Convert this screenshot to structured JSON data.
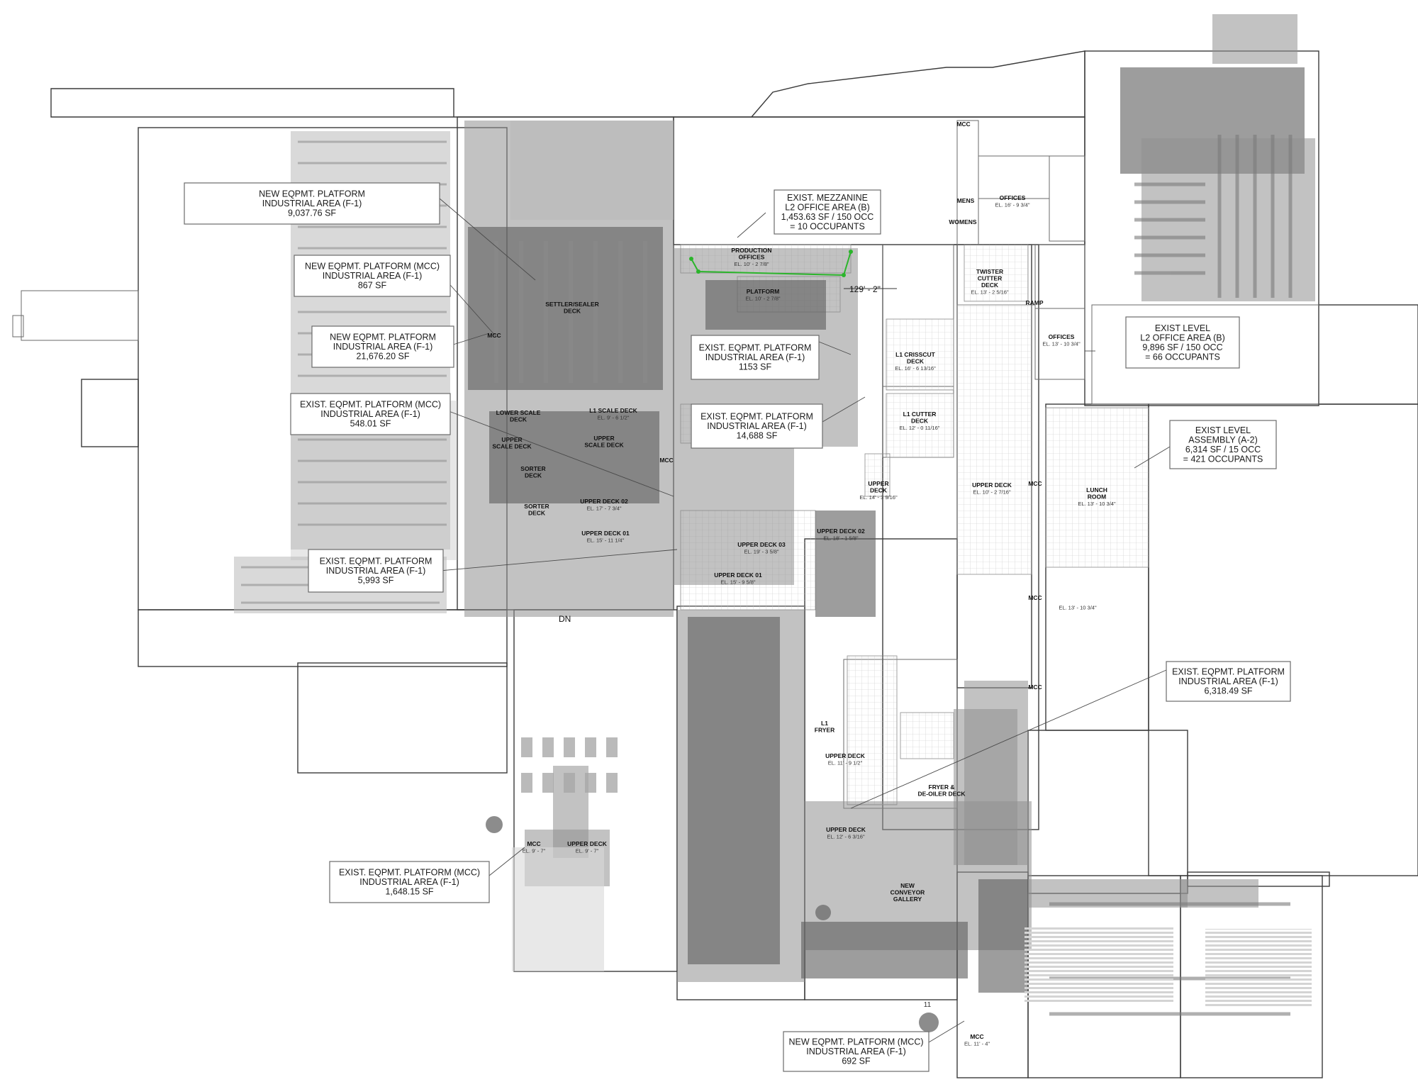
{
  "callouts": [
    {
      "lines": [
        "NEW EQPMT. PLATFORM",
        "INDUSTRIAL AREA (F-1)",
        "9,037.76 SF"
      ]
    },
    {
      "lines": [
        "NEW EQPMT. PLATFORM (MCC)",
        "INDUSTRIAL AREA (F-1)",
        "867 SF"
      ]
    },
    {
      "lines": [
        "NEW EQPMT. PLATFORM",
        "INDUSTRIAL AREA (F-1)",
        "21,676.20 SF"
      ]
    },
    {
      "lines": [
        "EXIST. EQPMT. PLATFORM (MCC)",
        "INDUSTRIAL AREA (F-1)",
        "548.01 SF"
      ]
    },
    {
      "lines": [
        "EXIST. EQPMT. PLATFORM",
        "INDUSTRIAL AREA (F-1)",
        "5,993 SF"
      ]
    },
    {
      "lines": [
        "EXIST. EQPMT. PLATFORM (MCC)",
        "INDUSTRIAL AREA (F-1)",
        "1,648.15 SF"
      ]
    },
    {
      "lines": [
        "EXIST. MEZZANINE",
        "L2 OFFICE AREA (B)",
        "1,453.63 SF / 150 OCC",
        "= 10 OCCUPANTS"
      ]
    },
    {
      "lines": [
        "EXIST. EQPMT. PLATFORM",
        "INDUSTRIAL AREA (F-1)",
        "1153 SF"
      ]
    },
    {
      "lines": [
        "EXIST. EQPMT. PLATFORM",
        "INDUSTRIAL AREA (F-1)",
        "14,688 SF"
      ]
    },
    {
      "lines": [
        "EXIST LEVEL",
        "L2 OFFICE AREA (B)",
        "9,896 SF / 150 OCC",
        "= 66 OCCUPANTS"
      ]
    },
    {
      "lines": [
        "EXIST LEVEL",
        "ASSEMBLY (A-2)",
        "6,314 SF / 15 OCC",
        "= 421 OCCUPANTS"
      ]
    },
    {
      "lines": [
        "EXIST. EQPMT. PLATFORM",
        "INDUSTRIAL AREA (F-1)",
        "6,318.49 SF"
      ]
    },
    {
      "lines": [
        "NEW EQPMT. PLATFORM (MCC)",
        "INDUSTRIAL AREA (F-1)",
        "692 SF"
      ]
    }
  ],
  "room_labels": [
    {
      "lines": [
        "SETTLER/SEALER",
        "DECK"
      ]
    },
    {
      "lines": [
        "MCC"
      ]
    },
    {
      "lines": [
        "LOWER SCALE",
        "DECK"
      ]
    },
    {
      "lines": [
        "L1 SCALE DECK"
      ],
      "elev": "EL. 9' - 6 1/2\""
    },
    {
      "lines": [
        "UPPER",
        "SCALE DECK"
      ]
    },
    {
      "lines": [
        "UPPER",
        "SCALE DECK"
      ]
    },
    {
      "lines": [
        "SORTER",
        "DECK"
      ]
    },
    {
      "lines": [
        "SORTER",
        "DECK"
      ]
    },
    {
      "lines": [
        "MCC"
      ]
    },
    {
      "lines": [
        "UPPER DECK 02"
      ],
      "elev": "EL. 17' - 7 3/4\""
    },
    {
      "lines": [
        "UPPER DECK 01"
      ],
      "elev": "EL. 15' - 11 1/4\""
    },
    {
      "lines": [
        "PRODUCTION",
        "OFFICES"
      ],
      "elev": "EL. 10' - 2 7/8\""
    },
    {
      "lines": [
        "PLATFORM"
      ],
      "elev": "EL. 10' - 2 7/8\""
    },
    {
      "lines": [
        "UPPER DECK 03"
      ],
      "elev": "EL. 19' - 3 5/8\""
    },
    {
      "lines": [
        "UPPER DECK 01"
      ],
      "elev": "EL. 15' - 9 5/8\""
    },
    {
      "lines": [
        "UPPER DECK 02"
      ],
      "elev": "EL. 18' - 1 5/8\""
    },
    {
      "lines": [
        "UPPER",
        "DECK"
      ],
      "elev": "EL. 14' - 3 9/16\""
    },
    {
      "lines": [
        "L1 CRISSCUT",
        "DECK"
      ],
      "elev": "EL. 16' - 6 13/16\""
    },
    {
      "lines": [
        "L1 CUTTER",
        "DECK"
      ],
      "elev": "EL. 12' - 0 11/16\""
    },
    {
      "lines": [
        "TWISTER",
        "CUTTER",
        "DECK"
      ],
      "elev": "EL. 13' - 2 5/16\""
    },
    {
      "lines": [
        "MCC"
      ]
    },
    {
      "lines": [
        "MENS"
      ]
    },
    {
      "lines": [
        "WOMENS"
      ]
    },
    {
      "lines": [
        "OFFICES"
      ],
      "elev": "EL. 16' - 9 3/4\""
    },
    {
      "lines": [
        "RAMP"
      ]
    },
    {
      "lines": [
        "OFFICES"
      ],
      "elev": "EL. 13' - 10 3/4\""
    },
    {
      "lines": [
        "UPPER DECK"
      ],
      "elev": "EL. 10' - 2 7/16\""
    },
    {
      "lines": [
        "MCC"
      ]
    },
    {
      "lines": [
        "LUNCH",
        "ROOM"
      ],
      "elev": "EL. 13' - 10 3/4\""
    },
    {
      "lines": [
        "MCC"
      ]
    },
    {
      "lines": [
        ""
      ],
      "elev": "EL. 13' - 10 3/4\""
    },
    {
      "lines": [
        "MCC"
      ]
    },
    {
      "lines": [
        "L1",
        "FRYER"
      ]
    },
    {
      "lines": [
        "UPPER DECK"
      ],
      "elev": "EL. 11' - 9 1/2\""
    },
    {
      "lines": [
        "FRYER &",
        "DE-OILER DECK"
      ]
    },
    {
      "lines": [
        "UPPER DECK"
      ],
      "elev": "EL. 12' - 6 3/16\""
    },
    {
      "lines": [
        "NEW",
        "CONVEYOR",
        "GALLERY"
      ]
    },
    {
      "lines": [
        "MCC"
      ],
      "elev": "EL. 9' - 7\""
    },
    {
      "lines": [
        "UPPER DECK"
      ],
      "elev": "EL. 9' - 7\""
    },
    {
      "lines": [
        "MCC"
      ],
      "elev": "EL. 11' - 4\""
    }
  ],
  "dimension_label": "129' - 2\"",
  "stair_label": "DN",
  "north_marker": "11"
}
